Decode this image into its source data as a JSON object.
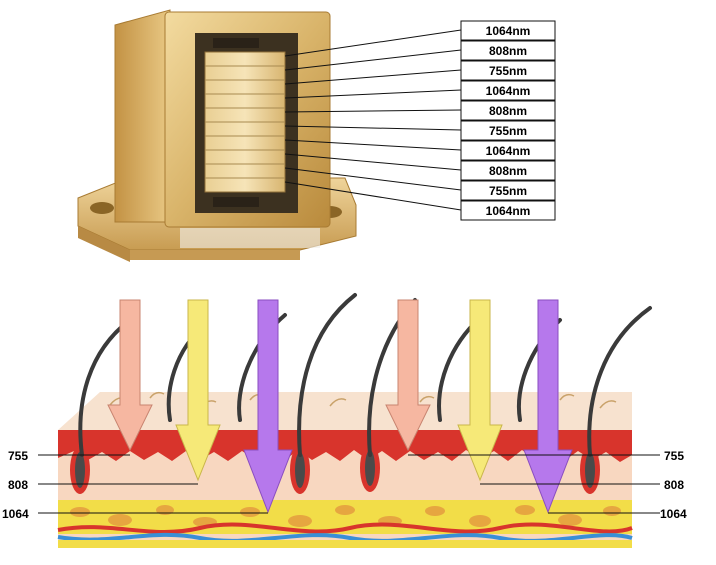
{
  "module_labels": [
    "1064nm",
    "808nm",
    "755nm",
    "1064nm",
    "808nm",
    "755nm",
    "1064nm",
    "808nm",
    "755nm",
    "1064nm"
  ],
  "depth_labels_left": [
    "755",
    "808",
    "1064"
  ],
  "depth_labels_right": [
    "755",
    "808",
    "1064"
  ],
  "colors": {
    "gold": "#d9b46a",
    "skin": "#f8d7c0",
    "epidermis_red": "#d8342c",
    "fat_yellow": "#f2dd48",
    "arrow_755": "#f6b7a1",
    "arrow_808": "#f6e978",
    "arrow_1064": "#b678ec",
    "hair": "#3a3a3a"
  }
}
